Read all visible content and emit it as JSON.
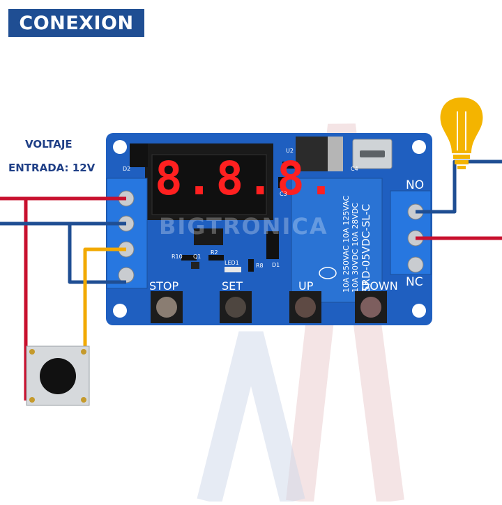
{
  "header": {
    "title": "CONEXION"
  },
  "input_label": {
    "line1": "VOLTAJE",
    "line2": "ENTRADA: 12V"
  },
  "board": {
    "buttons": [
      "STOP",
      "SET",
      "UP",
      "DOWN"
    ],
    "display_value": "8.8.8.",
    "relay": {
      "line1": "10A 250VAC  10A 125VAC",
      "line2": "10A 30VDC  10A 28VDC",
      "model": "SRD-05VDC-SL-C"
    },
    "terminal_labels": {
      "no": "NO",
      "nc": "NC"
    },
    "silk": {
      "d2": "D2",
      "u2": "U2",
      "c4": "C4",
      "c3": "C3",
      "r10": "R10",
      "q1": "Q1",
      "r2": "R2",
      "led1": "LED1",
      "r8": "R8",
      "d1": "D1"
    }
  },
  "watermark": "BIGTRONICA",
  "colors": {
    "pcb": "#1f5fc0",
    "wire_red": "#c8102e",
    "wire_blue": "#1f4e93",
    "wire_yellow": "#f2a900",
    "bulb": "#f4b400"
  }
}
